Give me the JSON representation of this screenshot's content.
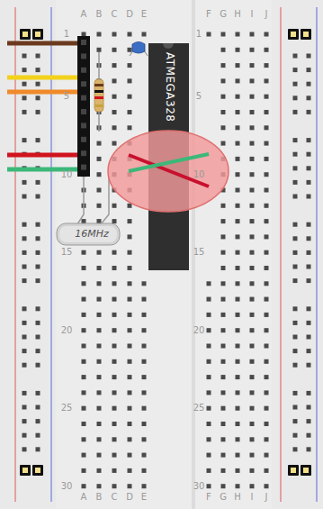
{
  "diagram": {
    "nodes": [
      {
        "text": [
          "ATMEGA328"
        ]
      },
      {
        "text": [
          "16MHz"
        ]
      }
    ],
    "labels": [
      "A",
      "B",
      "C",
      "D",
      "E",
      "F",
      "G",
      "H",
      "I",
      "J",
      "A",
      "B",
      "C",
      "D",
      "E",
      "F",
      "G",
      "H",
      "I",
      "J",
      "1",
      "5",
      "10",
      "15",
      "20",
      "25",
      "30",
      "1",
      "5",
      "10",
      "15",
      "20",
      "25",
      "30"
    ]
  }
}
